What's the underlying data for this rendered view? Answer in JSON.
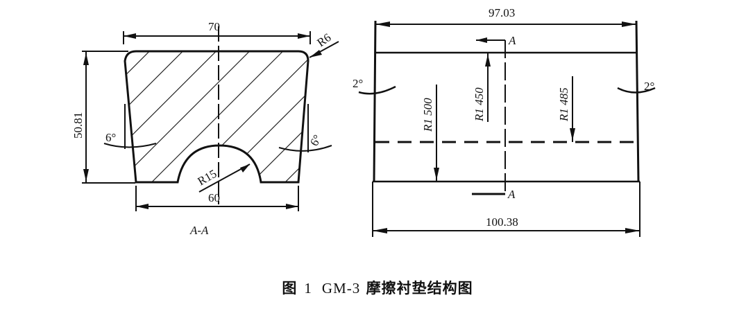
{
  "section_view": {
    "title": "A-A",
    "dims": {
      "top_width": "70",
      "bottom_width": "60",
      "height": "50.81",
      "corner_radius": "R6",
      "groove_radius": "R15",
      "left_angle": "6°",
      "right_angle": "6°"
    }
  },
  "side_view": {
    "dims": {
      "top_length": "97.03",
      "bottom_length": "100.38",
      "r1": "R1 500",
      "r2": "R1 450",
      "r3": "R1 485",
      "left_angle": "2°",
      "right_angle": "2°",
      "section_mark_top": "A",
      "section_mark_bottom": "A"
    }
  },
  "caption": {
    "fig_label": "图",
    "fig_num": "1",
    "code": "GM-3",
    "title": "摩擦衬垫结构图"
  },
  "colors": {
    "ink": "#111111",
    "background": "#ffffff"
  }
}
